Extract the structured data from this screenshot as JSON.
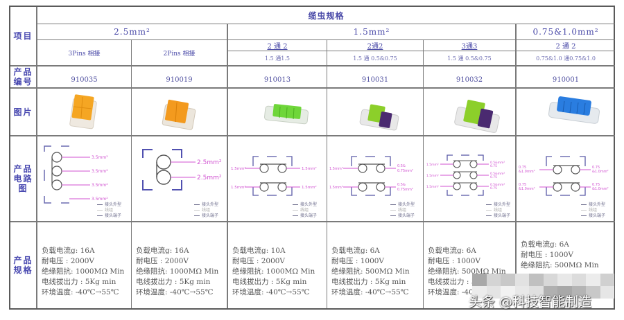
{
  "title": "缆虫规格",
  "row_labels": {
    "item": "项目",
    "product_code": "产品\n编号",
    "picture": "图片",
    "circuit": "产品\n电路\n图",
    "spec": "产品\n规格"
  },
  "sections": [
    {
      "label": "2.5mm²",
      "columns": [
        0,
        1
      ]
    },
    {
      "label": "1.5mm²",
      "columns": [
        2,
        3,
        4
      ]
    },
    {
      "label": "0.75&1.0mm²",
      "columns": [
        5
      ]
    }
  ],
  "columns": [
    {
      "type": "3Pins 相接",
      "sub": "",
      "code": "910035",
      "color": "#f5a623",
      "circuit_labels": [
        "3.5mm²",
        "3.5mm²",
        "3.5mm²",
        "3.5mm²"
      ],
      "spec": [
        "负载电流g: 16A",
        "耐电压 : 2000V",
        "绝缘阻抗: 1000MΩ Min",
        "电线拔出力 : 5Kg min",
        "环境温度: -40℃→55℃"
      ]
    },
    {
      "type": "2Pins 相接",
      "sub": "",
      "code": "910019",
      "color": "#f39a1e",
      "circuit_labels": [
        "2.5mm²",
        "2.5mm²"
      ],
      "spec": [
        "负载电流g: 16A",
        "耐电压 : 2000V",
        "绝缘阻抗: 1000MΩ Min",
        "电线拔出力 : 5Kg min",
        "环境温度: -40℃→55℃"
      ]
    },
    {
      "type": "2 通 2",
      "sub": "1.5 通1.5",
      "code": "910013",
      "color": "#6fd63a",
      "circuit_labels": [
        "1.5mm²",
        "1.5mm²",
        "1.5mm²",
        "1.5mm²"
      ],
      "spec": [
        "负载电流g: 10A",
        "耐电压 : 2000V",
        "绝缘阻抗: 1000MΩ Min",
        "电线拔出力 : 5Kg min",
        "环境温度: -40℃→55℃"
      ]
    },
    {
      "type": "2通2",
      "sub": "1.5 通 0.5&0.75",
      "code": "910031",
      "color": "#8ccf2a",
      "circuit_labels": [
        "1.5mm²",
        "0.5&0.75mm²",
        "1.5mm²",
        "0.5&0.75mm²"
      ],
      "spec": [
        "负载电流g: 6A",
        "耐电压 : 1000V",
        "绝缘阻抗: 500MΩ Min",
        "电线拔出力 : 5Kg min",
        "环境温度: -40℃→55℃"
      ]
    },
    {
      "type": "3通3",
      "sub": "1.5 通 0.5&0.75",
      "code": "910032",
      "color": "#8ccf2a",
      "circuit_labels": [
        "1.5mm²",
        "0.5&0.75mm²",
        "1.5mm²",
        "0.5&0.75mm²",
        "1.5mm²",
        "0.5&0.75mm²"
      ],
      "spec": [
        "负载电流g: 6A",
        "耐电压 : 1000V",
        "绝缘阻抗: 500MΩ Min",
        "电线拔出力 : 5Kg min",
        "环境温度: -40℃→55℃"
      ]
    },
    {
      "type": "2 通 2",
      "sub": "0.75&1.0 通0.75&1.0",
      "code": "910001",
      "color": "#2a7de0",
      "circuit_labels": [
        "0.75&1.0mm²",
        "0.75&1.0mm²",
        "0.75&1.0mm²",
        "0.75&1.0mm²"
      ],
      "spec": [
        "负载电流g: 6A",
        "耐电压 : 1000V",
        "绝缘阻抗: 500MΩ Min"
      ]
    }
  ],
  "legend": [
    "接头外型",
    "线组",
    "接头端子"
  ],
  "watermark": "头条 @科技智能制造"
}
